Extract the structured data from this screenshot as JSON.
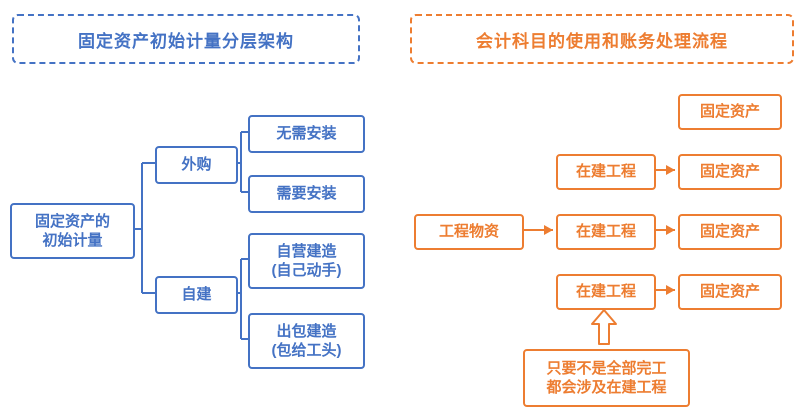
{
  "colors": {
    "blue": "#4472c4",
    "orange": "#ed7d31"
  },
  "left": {
    "title": "固定资产初始计量分层架构",
    "root": "固定资产的\n初始计量",
    "branch_purchase": "外购",
    "branch_build": "自建",
    "leaf_no_install": "无需安装",
    "leaf_need_install": "需要安装",
    "leaf_self_build": "自营建造\n(自己动手)",
    "leaf_outsource": "出包建造\n(包给工头)"
  },
  "right": {
    "title": "会计科目的使用和账务处理流程",
    "flow1_end": "固定资产",
    "flow2_mid": "在建工程",
    "flow2_end": "固定资产",
    "flow3_start": "工程物资",
    "flow3_mid": "在建工程",
    "flow3_end": "固定资产",
    "flow4_mid": "在建工程",
    "flow4_end": "固定资产",
    "note": "只要不是全部完工\n都会涉及在建工程"
  }
}
